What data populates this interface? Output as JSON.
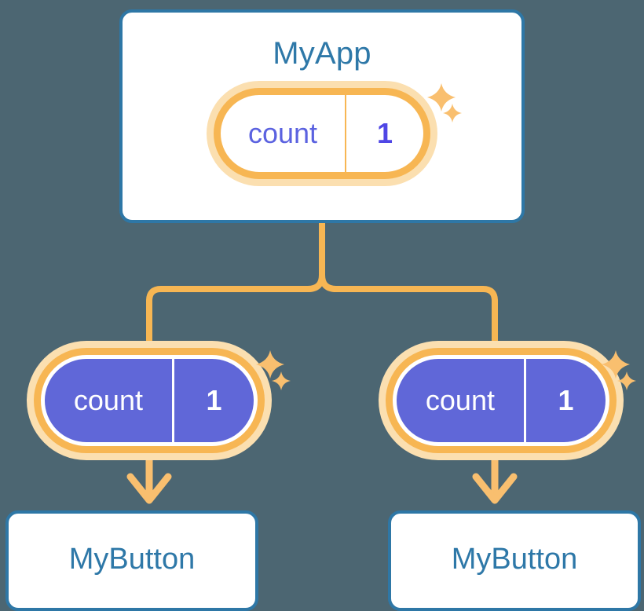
{
  "background_color": "#4c6672",
  "palette": {
    "card_border": "#2e77a6",
    "card_text": "#2e78a8",
    "accent_orange": "#f7b653",
    "accent_orange_pale": "#fbdfb0",
    "state_purple": "#6067d8",
    "state_text_purple": "#5b62e0",
    "card_fill": "#ffffff"
  },
  "diagram": {
    "type": "component-state-tree",
    "root": {
      "id": "app-card",
      "title": "MyApp",
      "state": {
        "key": "count",
        "value": "1",
        "style": "outlined"
      },
      "sparkle_count": 2
    },
    "branches": [
      {
        "id": "branch-left",
        "state": {
          "key": "count",
          "value": "1",
          "style": "filled"
        },
        "sparkle_count": 2,
        "child": {
          "id": "btn-card-left",
          "title": "MyButton"
        }
      },
      {
        "id": "branch-right",
        "state": {
          "key": "count",
          "value": "1",
          "style": "filled"
        },
        "sparkle_count": 2,
        "child": {
          "id": "btn-card-right",
          "title": "MyButton"
        }
      }
    ],
    "connectors": {
      "trunk_label": "state-flow-down",
      "arrow_label": "passes-state-to"
    }
  }
}
